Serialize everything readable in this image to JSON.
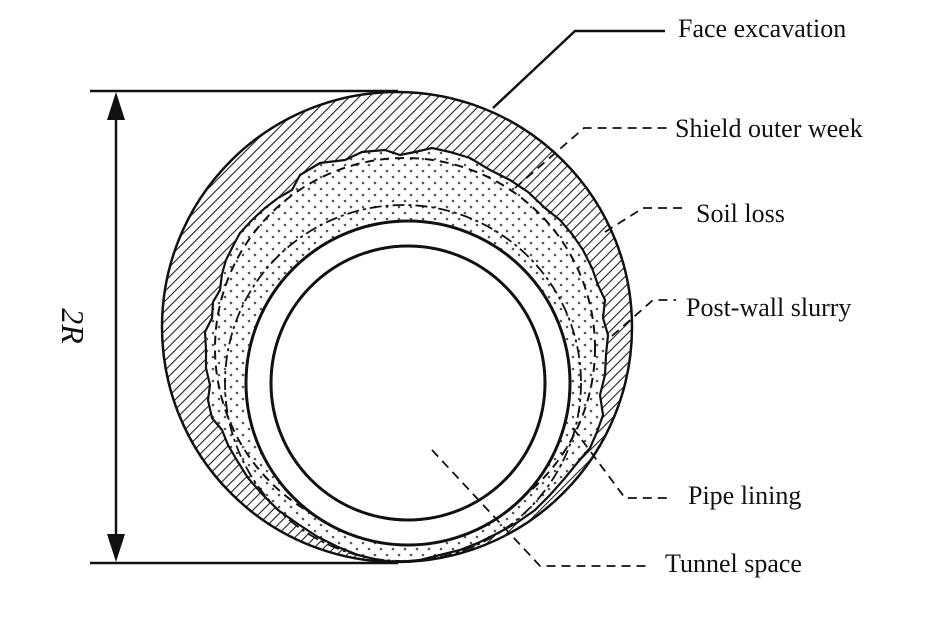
{
  "labels": {
    "face_excavation": "Face excavation",
    "shield_outer_week": "Shield outer week",
    "soil_loss": "Soil loss",
    "post_wall_slurry": "Post-wall slurry",
    "pipe_lining": "Pipe lining",
    "tunnel_space": "Tunnel space"
  },
  "dimension": {
    "label": "2R"
  },
  "colors": {
    "line": "#111111",
    "hatch": "#222222",
    "dots": "#555555",
    "background": "#ffffff"
  }
}
